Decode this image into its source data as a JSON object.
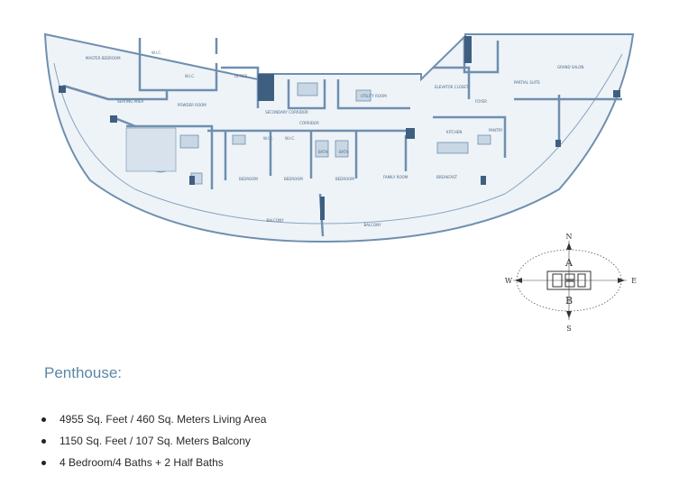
{
  "floorplan": {
    "rooms": {
      "master_bedroom": "MASTER BEDROOM",
      "seating_area": "SEATING AREA",
      "wic1": "W.I.C.",
      "wic2": "W.I.C.",
      "office": "OFFICE",
      "powder_room": "POWDER ROOM",
      "secondary_corridor": "SECONDARY CORRIDOR",
      "corridor": "CORRIDOR",
      "utility_room": "UTILITY ROOM",
      "elevator_closet": "ELEVATOR CLOSET",
      "foyer": "FOYER",
      "partial_suite": "PARTIAL SUITE",
      "grand_salon": "GRAND SALON",
      "kitchen": "KITCHEN",
      "pantry": "PANTRY",
      "bedroom_a": "BEDROOM",
      "bedroom_b": "BEDROOM",
      "bedroom_c": "BEDROOM",
      "family_room": "FAMILY ROOM",
      "breakfast": "BREAKFAST",
      "balcony_1": "BALCONY",
      "balcony_2": "BALCONY",
      "wic3": "W.I.C.",
      "wic4": "W.I.C.",
      "bath1": "BATH",
      "bath2": "BATH"
    }
  },
  "compass": {
    "n": "N",
    "s": "S",
    "e": "E",
    "w": "W",
    "zone_a": "A",
    "zone_b": "B"
  },
  "heading": "Penthouse:",
  "specs": [
    "4955 Sq. Feet / 460 Sq. Meters Living Area",
    "1150 Sq. Feet / 107 Sq. Meters Balcony",
    "4 Bedroom/4 Baths + 2 Half Baths"
  ],
  "colors": {
    "plan": "#6f8fae",
    "plan_fill": "#dde7f0",
    "accent": "#5b87a6"
  }
}
